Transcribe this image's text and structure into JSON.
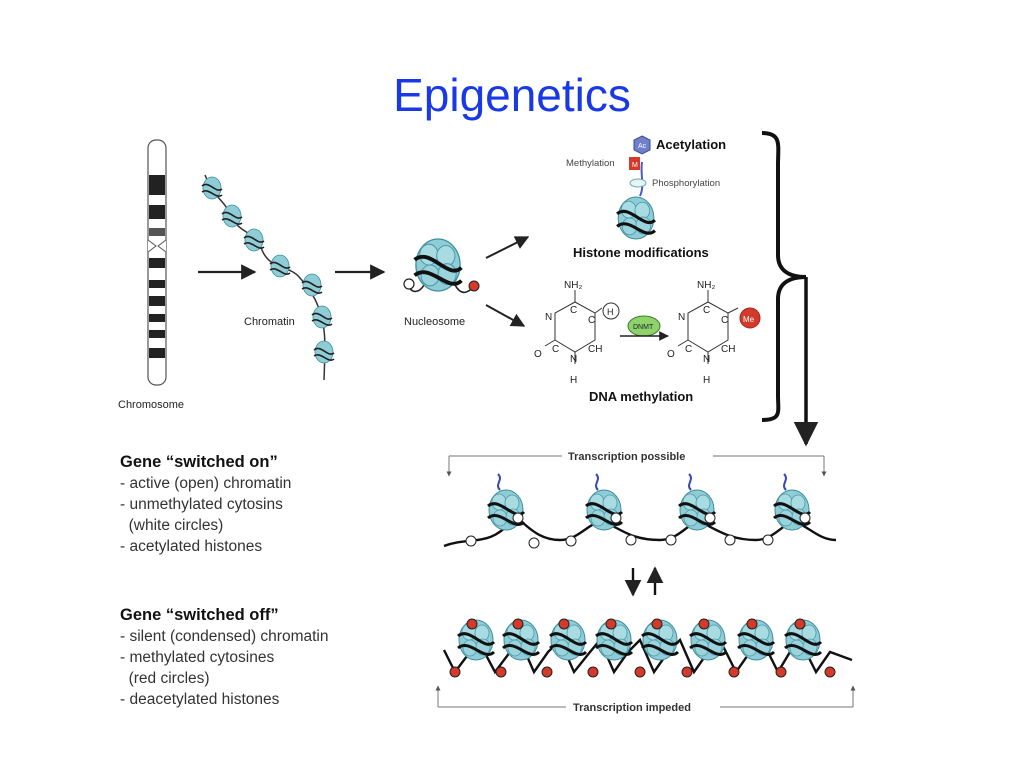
{
  "slide": {
    "title": "Epigenetics"
  },
  "diagram": {
    "chromosome_label": "Chromosome",
    "chromatin_label": "Chromatin",
    "nucleosome_label": "Nucleosome",
    "histone": {
      "acetylation": "Acetylation",
      "methylation": "Methylation",
      "phosphorylation": "Phosphorylation",
      "ac_badge": "Ac",
      "m_badge": "M",
      "caption": "Histone modifications"
    },
    "dna_methylation": {
      "caption": "DNA methylation",
      "enzyme": "DNMT",
      "h_badge": "H",
      "me_badge": "Me",
      "nh2": "NH₂",
      "n": "N",
      "c": "C",
      "ch": "CH",
      "o": "O",
      "h": "H"
    },
    "transcription_possible": "Transcription possible",
    "transcription_impeded": "Transcription impeded"
  },
  "gene_on": {
    "heading": "Gene “switched on”",
    "items": [
      "- active (open) chromatin",
      "- unmethylated cytosins",
      "  (white circles)",
      "- acetylated histones"
    ]
  },
  "gene_off": {
    "heading": "Gene “switched off”",
    "items": [
      "- silent (condensed) chromatin",
      "- methylated cytosines",
      "  (red circles)",
      "- deacetylated histones"
    ]
  },
  "colors": {
    "title": "#1a39e6",
    "histone_teal": "#8fcdd6",
    "methyl_red": "#d43a2a",
    "dnmt_green": "#8fd26a",
    "ac_blue": "#6f7fc9"
  }
}
